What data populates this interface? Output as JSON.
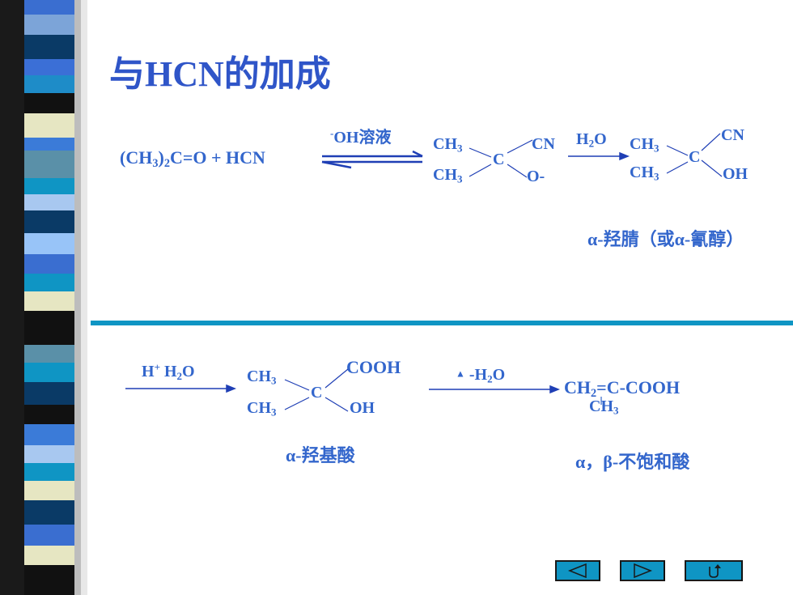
{
  "title": "与HCN的加成",
  "reaction1": {
    "reactants": "(CH3)2C=O + HCN",
    "catalyst": "-OH溶液",
    "intermediate": {
      "ch3_top": "CH3",
      "ch3_bottom": "CH3",
      "center": "C",
      "cn": "CN",
      "o_minus": "O-"
    },
    "reagent": "H2O",
    "product": {
      "ch3_top": "CH3",
      "ch3_bottom": "CH3",
      "center": "C",
      "cn": "CN",
      "oh": "OH"
    },
    "product_name": "α-羟腈（或α-氰醇）"
  },
  "reaction2": {
    "reagent1": "H+ H2O",
    "acid": {
      "ch3_top": "CH3",
      "ch3_bottom": "CH3",
      "center": "C",
      "cooh": "COOH",
      "oh": "OH"
    },
    "acid_name": "α-羟基酸",
    "reagent2": "▲ -H2O",
    "product_line1": "CH2=C-COOH",
    "product_line2": "CH3",
    "product_name": "α，β-不饱和酸"
  },
  "nav": {
    "prev": "prev-arrow",
    "next": "next-arrow",
    "return": "return-icon"
  },
  "colors": {
    "text": "#3366cc",
    "divider": "#0f95c4",
    "arrow": "#1f3fb5"
  }
}
